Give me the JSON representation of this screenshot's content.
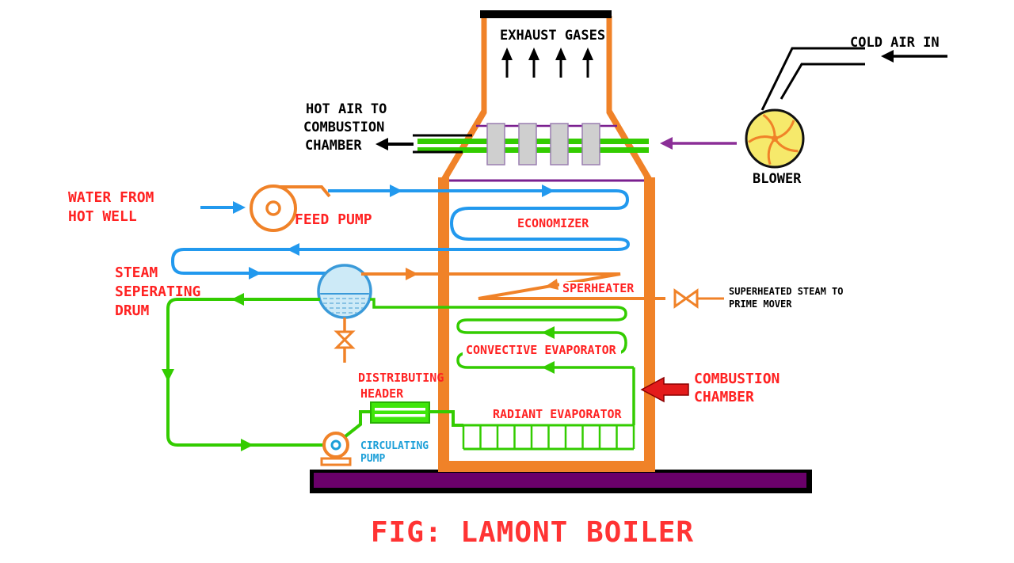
{
  "title": "FIG: LAMONT BOILER",
  "colors": {
    "boiler_orange": "#F08228",
    "water_blue": "#2299EE",
    "steam_circuit_green": "#33CC00",
    "flue_purple": "#7A1F8F",
    "air_arrow_purple": "#8B2F97",
    "platform_purple": "#6A006A",
    "label_red": "#FF2222",
    "label_cyan": "#1C9FD8",
    "blower_yellow": "#F6E96B",
    "combustion_arrow_red": "#E31B1B"
  },
  "labels": {
    "exhaust_gases": "EXHAUST GASES",
    "cold_air_in": "COLD AIR IN",
    "hot_air": {
      "line1": "HOT AIR TO",
      "line2": "COMBUSTION",
      "line3": "CHAMBER"
    },
    "blower": "BLOWER",
    "water": {
      "line1": "WATER FROM",
      "line2": "HOT WELL"
    },
    "feed_pump": "FEED PUMP",
    "economizer": "ECONOMIZER",
    "drum": {
      "line1": "STEAM",
      "line2": "SEPERATING",
      "line3": "DRUM"
    },
    "superheater": "SPERHEATER",
    "steam_out": {
      "line1": "SUPERHEATED STEAM TO",
      "line2": "PRIME MOVER"
    },
    "convective": "CONVECTIVE EVAPORATOR",
    "combustion": {
      "line1": "COMBUSTION",
      "line2": "CHAMBER"
    },
    "dist_header": {
      "line1": "DISTRIBUTING",
      "line2": "HEADER"
    },
    "radiant": "RADIANT EVAPORATOR",
    "circ_pump": {
      "line1": "CIRCULATING",
      "line2": "PUMP"
    }
  }
}
